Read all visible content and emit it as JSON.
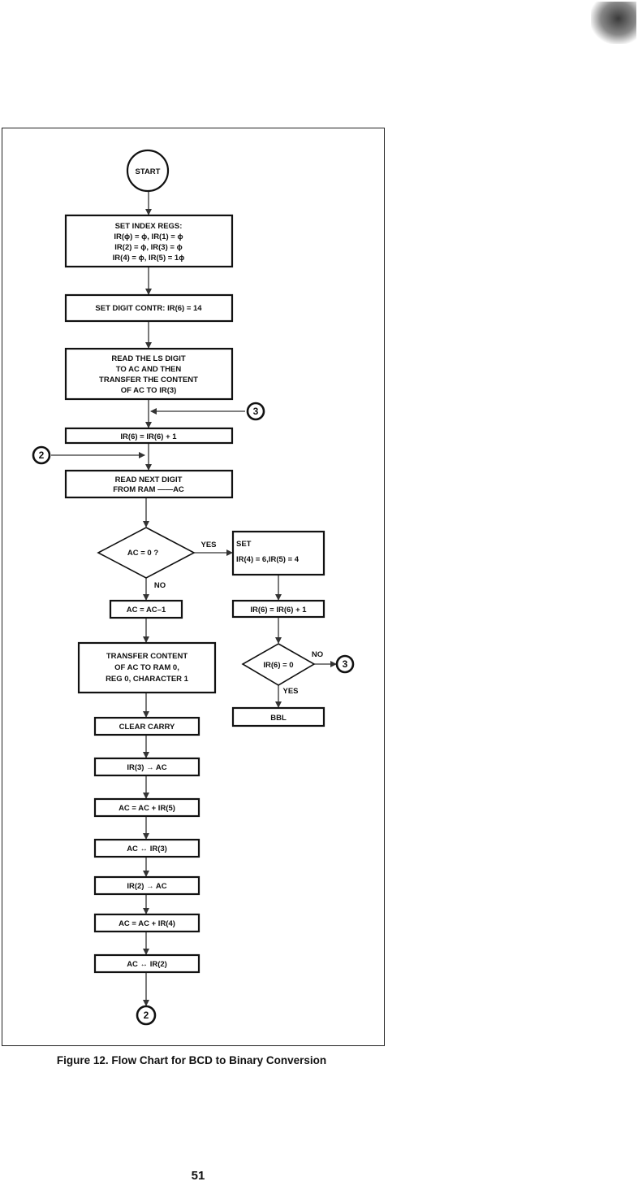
{
  "figure": {
    "caption": "Figure 12.   Flow Chart for BCD to Binary Conversion",
    "page_number": "51"
  },
  "flowchart": {
    "start": "START",
    "init_box": {
      "line1": "SET INDEX REGS:",
      "line2": "IR(ϕ) = ϕ, IR(1) = ϕ",
      "line3": "IR(2) = ϕ, IR(3) = ϕ",
      "line4": "IR(4) = ϕ, IR(5) = 1ϕ"
    },
    "digit_counter": "SET DIGIT CONTR: IR(6) = 14",
    "read_ls_box": {
      "line1": "READ THE LS DIGIT",
      "line2": "TO AC AND THEN",
      "line3": "TRANSFER THE CONTENT",
      "line4": "OF AC TO IR(3)"
    },
    "increment_left": "IR(6) = IR(6) + 1",
    "read_next_box": {
      "line1": "READ NEXT DIGIT",
      "line2": "FROM RAM ——AC"
    },
    "decision_ac": "AC = 0 ?",
    "yes_label": "YES",
    "no_label": "NO",
    "set_box": {
      "line1": "SET",
      "line2": "IR(4) = 6,IR(5) = 4"
    },
    "increment_right": "IR(6) = IR(6) + 1",
    "decision_ir6": "IR(6) = 0",
    "yes_label_2": "YES",
    "no_label_2": "NO",
    "bbl": "BBL",
    "ac_dec": "AC = AC–1",
    "transfer_box": {
      "line1": "TRANSFER CONTENT",
      "line2": "OF AC TO RAM 0,",
      "line3": "REG 0, CHARACTER 1"
    },
    "clear_carry": "CLEAR CARRY",
    "step_ir3_ac": "IR(3) → AC",
    "step_add_ir5": "AC = AC + IR(5)",
    "step_swap_ir3": "AC ↔ IR(3)",
    "step_ir2_ac": "IR(2) → AC",
    "step_add_ir4": "AC = AC + IR(4)",
    "step_swap_ir2": "AC ↔ IR(2)",
    "connector_3_top": "3",
    "connector_2_left": "2",
    "connector_3_right": "3",
    "connector_2_bottom": "2"
  }
}
